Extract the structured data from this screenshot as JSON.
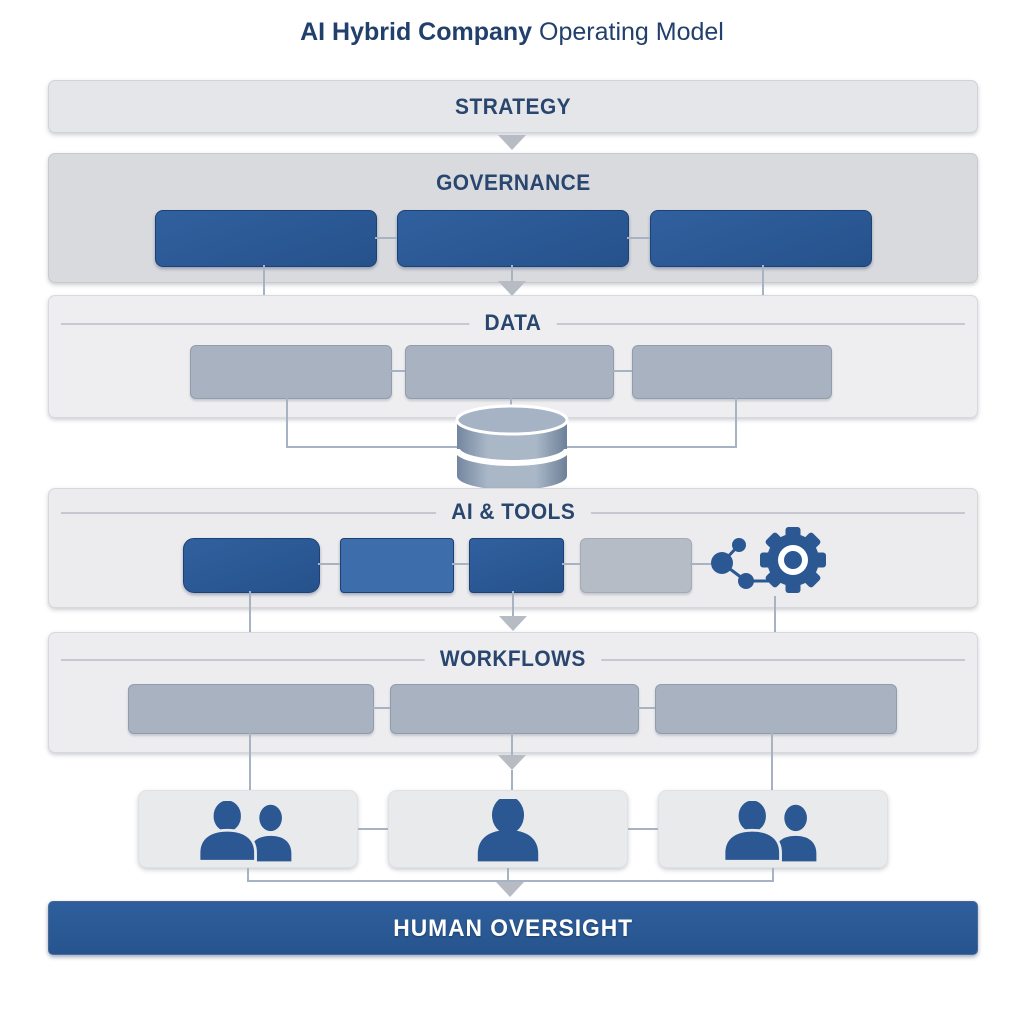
{
  "title": {
    "emphasis": "AI Hybrid Company",
    "rest": " Operating Model"
  },
  "layers": {
    "strategy": {
      "label": "STRATEGY"
    },
    "governance": {
      "label": "GOVERNANCE",
      "box_count": 3
    },
    "data": {
      "label": "DATA",
      "box_count": 3,
      "icon": "database-icon"
    },
    "ai_tools": {
      "label": "AI & TOOLS",
      "box_count": 4,
      "icons": [
        "network-nodes-icon",
        "gear-icon"
      ]
    },
    "workflows": {
      "label": "WORKFLOWS",
      "box_count": 3
    },
    "teams": {
      "cards": [
        {
          "icon": "two-people-icon"
        },
        {
          "icon": "person-icon"
        },
        {
          "icon": "two-people-icon"
        }
      ]
    },
    "human_oversight": {
      "label": "HUMAN OVERSIGHT"
    }
  },
  "colors": {
    "heading_text": "#29466f",
    "accent_blue": "#2b5892",
    "medium_blue": "#3e6dab",
    "muted_gray_blue": "#a8b2c0",
    "governance_panel": "#d8dade",
    "light_panel": "#eeeef0",
    "oversight_bar": "#2b5a94",
    "connector": "#a7b3c2",
    "arrow": "#b7bcc4"
  }
}
